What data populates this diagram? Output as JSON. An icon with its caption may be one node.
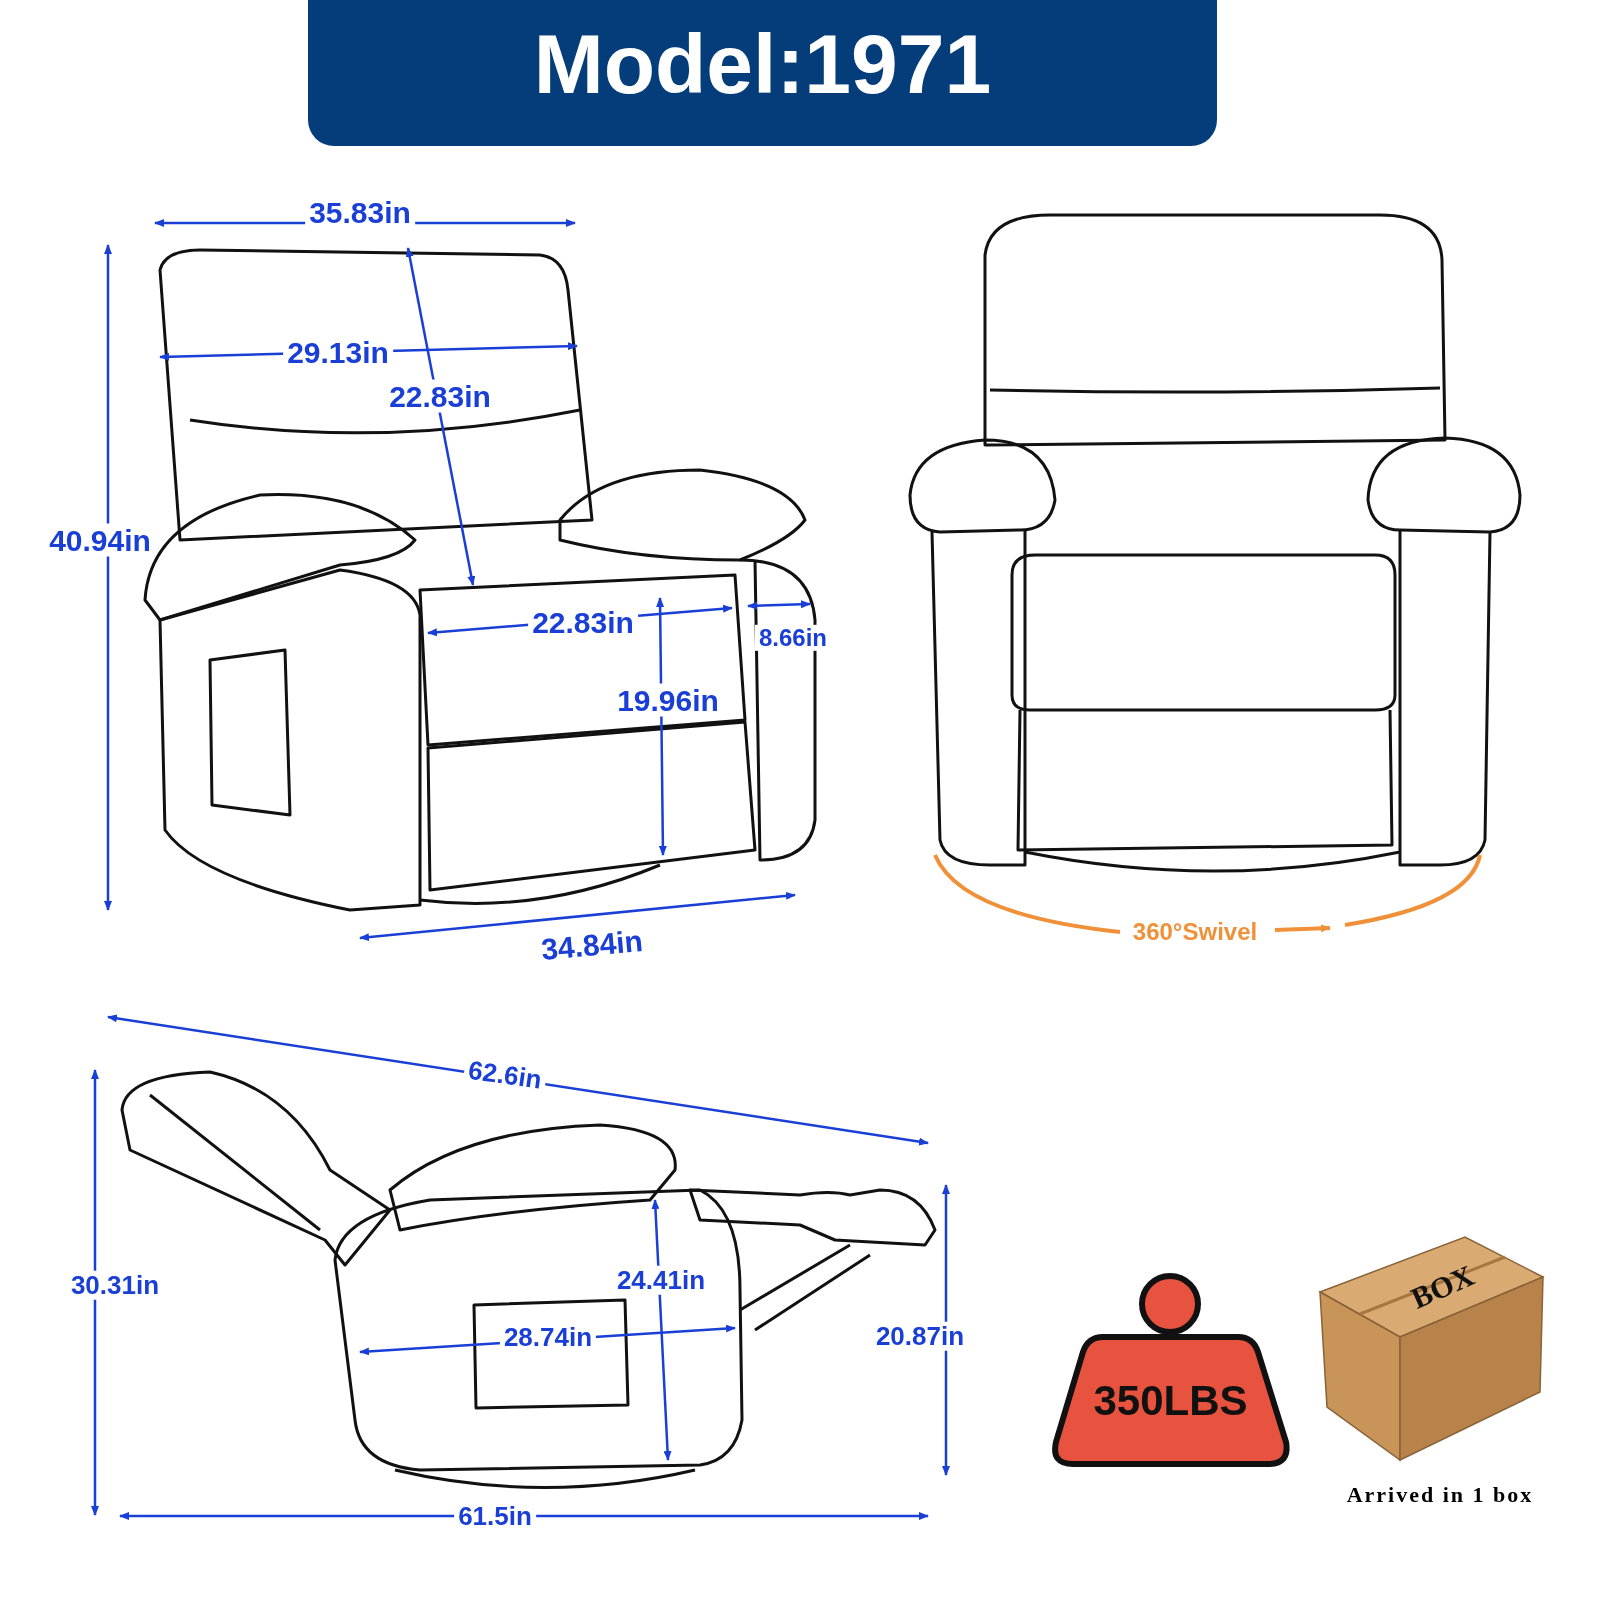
{
  "diagram": {
    "title": "Model:1971",
    "nodes": [
      {
        "text": [
          "350LBS"
        ]
      },
      {
        "text": [
          "BOX"
        ],
        "beside": [
          "Arrived in 1 box"
        ]
      }
    ],
    "labels": [
      "35.83in",
      "29.13in",
      "22.83in",
      "40.94in",
      "22.83in",
      "8.66in",
      "19.96in",
      "34.84in",
      "360°Swivel",
      "62.6in",
      "24.41in",
      "30.31in",
      "28.74in",
      "20.87in",
      "61.5in"
    ]
  }
}
